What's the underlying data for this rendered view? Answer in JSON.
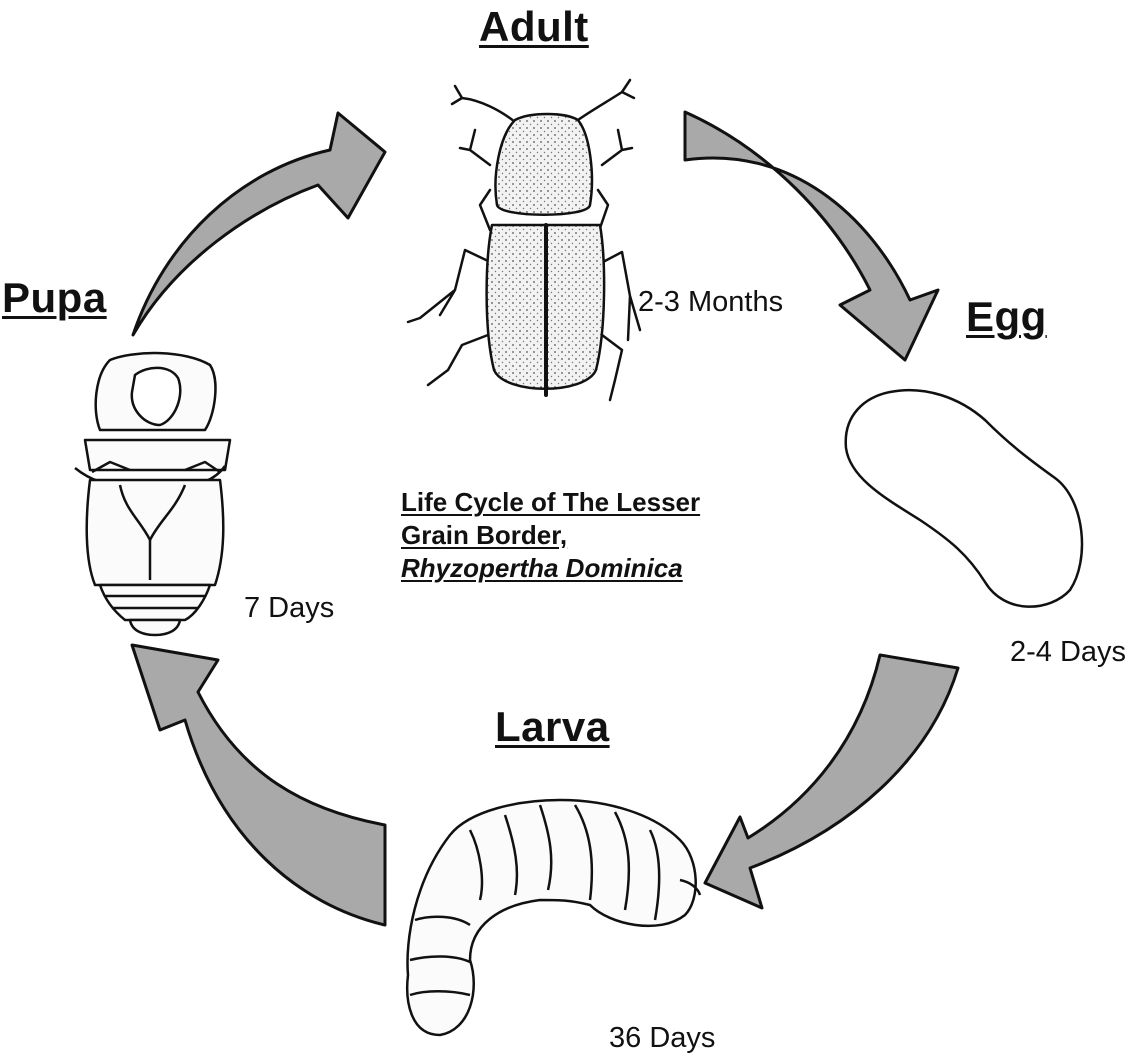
{
  "stages": {
    "adult": "Adult",
    "egg": "Egg",
    "larva": "Larva",
    "pupa": "Pupa"
  },
  "durations": {
    "adult": "2-3 Months",
    "egg": "2-4 Days",
    "larva": "36 Days",
    "pupa": "7 Days"
  },
  "title": {
    "line1": "Life Cycle of The Lesser",
    "line2": "Grain Border,",
    "line3": "Rhyzopertha Dominica"
  },
  "colors": {
    "arrow_fill": "#a9a9a9",
    "outline": "#111111",
    "illustration_fill": "#f4f4f4"
  },
  "icons": [
    "adult-beetle-icon",
    "egg-icon",
    "larva-icon",
    "pupa-icon"
  ]
}
